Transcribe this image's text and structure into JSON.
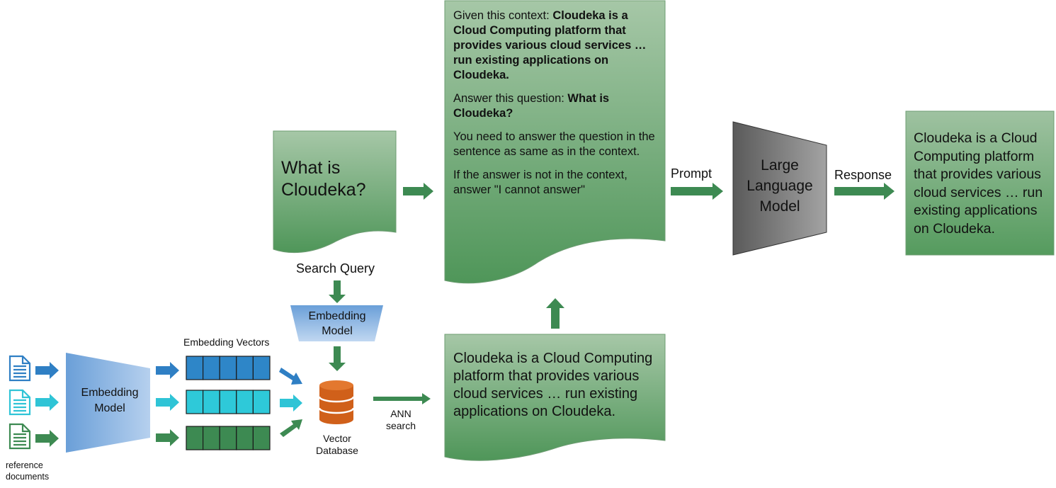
{
  "prompt_box": {
    "line1_prefix": "Given this context: ",
    "line1_bold": "Cloudeka is a Cloud Computing platform that provides various cloud services … run existing applications on Cloudeka.",
    "line2_prefix": "Answer this question: ",
    "line2_bold": "What is Cloudeka?",
    "line3": "You need to answer the question in the sentence as same as in the context.",
    "line4": "If the answer is not in the context, answer \"I cannot answer\""
  },
  "query_box": {
    "text": "What is Cloudeka?"
  },
  "context_box": {
    "text": "Cloudeka is a Cloud Computing platform that provides various cloud services … run existing applications on Cloudeka."
  },
  "response_box": {
    "text": "Cloudeka is a Cloud Computing platform that provides various cloud services … run existing applications on Cloudeka."
  },
  "llm": {
    "label": "Large Language Model"
  },
  "labels": {
    "prompt": "Prompt",
    "response": "Response",
    "search_query": "Search Query",
    "embedding_vectors": "Embedding Vectors",
    "embedding_model": "Embedding Model",
    "embedding_model_query": "Embedding Model",
    "vector_database": "Vector Database",
    "ann_search": "ANN search",
    "reference_documents": "reference documents"
  },
  "colors": {
    "box_green_top": "#a5c6a6",
    "box_green_bottom": "#4f9659",
    "box_border": "#6d9c72",
    "arrow_green": "#3d8a52",
    "arrow_blue": "#2f7fc4",
    "arrow_cyan": "#2fc4d6",
    "vector_blue": "#2e86c8",
    "vector_cyan": "#2ec9d9",
    "vector_green": "#3d8a52",
    "database_orange": "#d0601a",
    "llm_gray_light": "#9c9c9c",
    "llm_gray_dark": "#5a5a5a",
    "embed_blue_light": "#b9d2ee",
    "embed_blue_dark": "#6a9fd8"
  },
  "icons": [
    "document-icon",
    "database-icon"
  ]
}
